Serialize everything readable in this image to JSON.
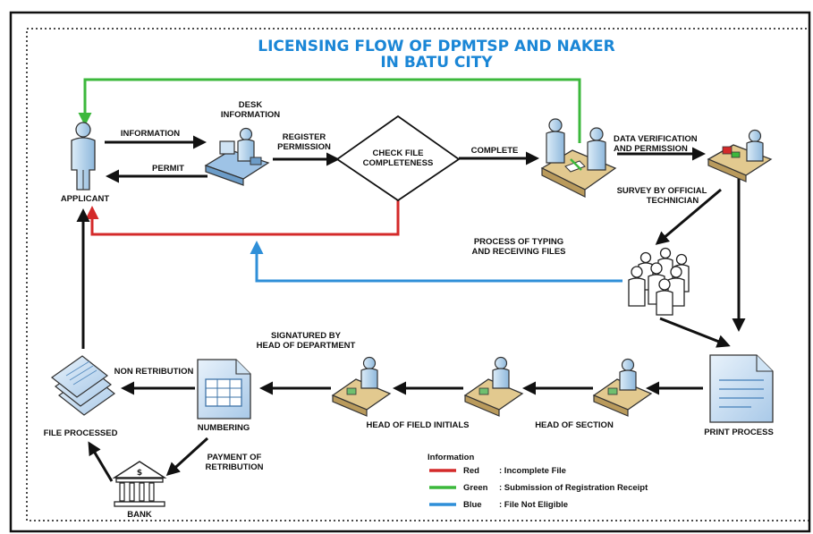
{
  "title": {
    "line1": "LICENSING FLOW OF DPMTSP AND NAKER",
    "line2": "IN BATU CITY"
  },
  "nodes": {
    "applicant": "APPLICANT",
    "desk_info_1": "DESK",
    "desk_info_2": "INFORMATION",
    "check_1": "CHECK FILE",
    "check_2": "COMPLETENESS",
    "data_verif_1": "DATA VERIFICATION",
    "data_verif_2": "AND PERMISSION",
    "survey_1": "SURVEY BY OFFICIAL",
    "survey_2": "TECHNICIAN",
    "typing_1": "PROCESS OF TYPING",
    "typing_2": "AND RECEIVING FILES",
    "print_process": "PRINT PROCESS",
    "head_section": "HEAD OF SECTION",
    "head_field": "HEAD OF FIELD INITIALS",
    "signatured_1": "SIGNATURED BY",
    "signatured_2": "HEAD OF DEPARTMENT",
    "numbering": "NUMBERING",
    "file_processed": "FILE PROCESSED",
    "bank": "BANK"
  },
  "edges": {
    "information": "INFORMATION",
    "permit": "PERMIT",
    "register_1": "REGISTER",
    "register_2": "PERMISSION",
    "complete": "COMPLETE",
    "non_retribution": "NON RETRIBUTION",
    "payment_1": "PAYMENT OF",
    "payment_2": "RETRIBUTION"
  },
  "legend": {
    "title": "Information",
    "items": [
      {
        "name": "Red",
        "desc": ": Incomplete File",
        "color": "#d42a2a"
      },
      {
        "name": "Green",
        "desc": ": Submission of Registration Receipt",
        "color": "#3cb83c"
      },
      {
        "name": "Blue",
        "desc": ": File Not Eligible",
        "color": "#2f8fd8"
      }
    ]
  },
  "colors": {
    "title": "#1a86d6",
    "red": "#d42a2a",
    "green": "#3cb83c",
    "blue": "#2f8fd8"
  }
}
